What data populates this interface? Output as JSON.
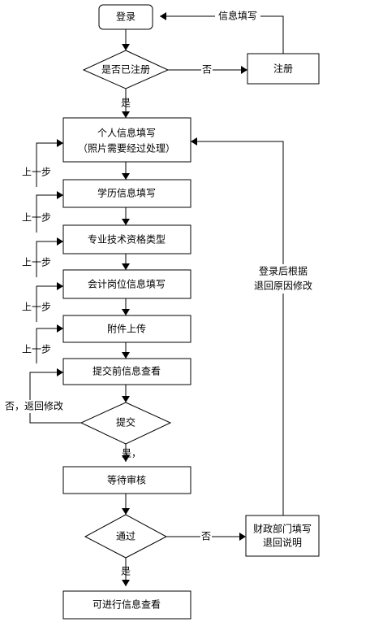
{
  "nodes": {
    "login": "登录",
    "is_registered": "是否已注册",
    "register": "注册",
    "personal_info_line1": "个人信息填写",
    "personal_info_line2": "（照片需要经过处理）",
    "education_info": "学历信息填写",
    "professional_qualification": "专业技术资格类型",
    "accounting_post": "会计岗位信息填写",
    "attachment_upload": "附件上传",
    "pre_submit_review": "提交前信息查看",
    "submit": "提交",
    "await_review": "等待审核",
    "passed": "通过",
    "finance_feedback_line1": "财政部门填写",
    "finance_feedback_line2": "退回说明",
    "view_info": "可进行信息查看"
  },
  "labels": {
    "fill_info": "信息填写",
    "no_register": "否",
    "yes_registered": "是",
    "prev_step": "上一步",
    "no_return": "否，返回修改",
    "yes_submit": "是，",
    "no_pass": "否",
    "yes_pass": "是",
    "relogin_line1": "登录后根据",
    "relogin_line2": "退回原因修改"
  }
}
